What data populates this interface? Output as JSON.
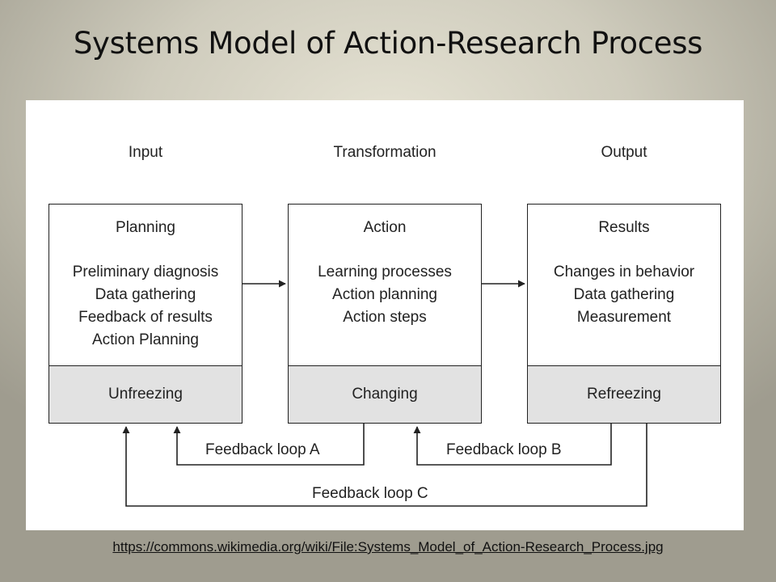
{
  "slide": {
    "title": "Systems Model of Action-Research Process",
    "source_url": "https://commons.wikimedia.org/wiki/File:Systems_Model_of_Action-Research_Process.jpg"
  },
  "diagram": {
    "columns": [
      {
        "header": "Input",
        "box_title": "Planning",
        "items": [
          "Preliminary diagnosis",
          "Data gathering",
          "Feedback of results",
          "Action Planning"
        ],
        "stage": "Unfreezing"
      },
      {
        "header": "Transformation",
        "box_title": "Action",
        "items": [
          "Learning processes",
          "Action planning",
          "Action steps"
        ],
        "stage": "Changing"
      },
      {
        "header": "Output",
        "box_title": "Results",
        "items": [
          "Changes in behavior",
          "Data gathering",
          "Measurement"
        ],
        "stage": "Refreezing"
      }
    ],
    "feedback_loops": [
      {
        "label": "Feedback loop A"
      },
      {
        "label": "Feedback loop B"
      },
      {
        "label": "Feedback loop C"
      }
    ],
    "colors": {
      "box_border": "#222222",
      "stage_fill": "#e2e2e2",
      "panel_fill": "#ffffff"
    }
  }
}
